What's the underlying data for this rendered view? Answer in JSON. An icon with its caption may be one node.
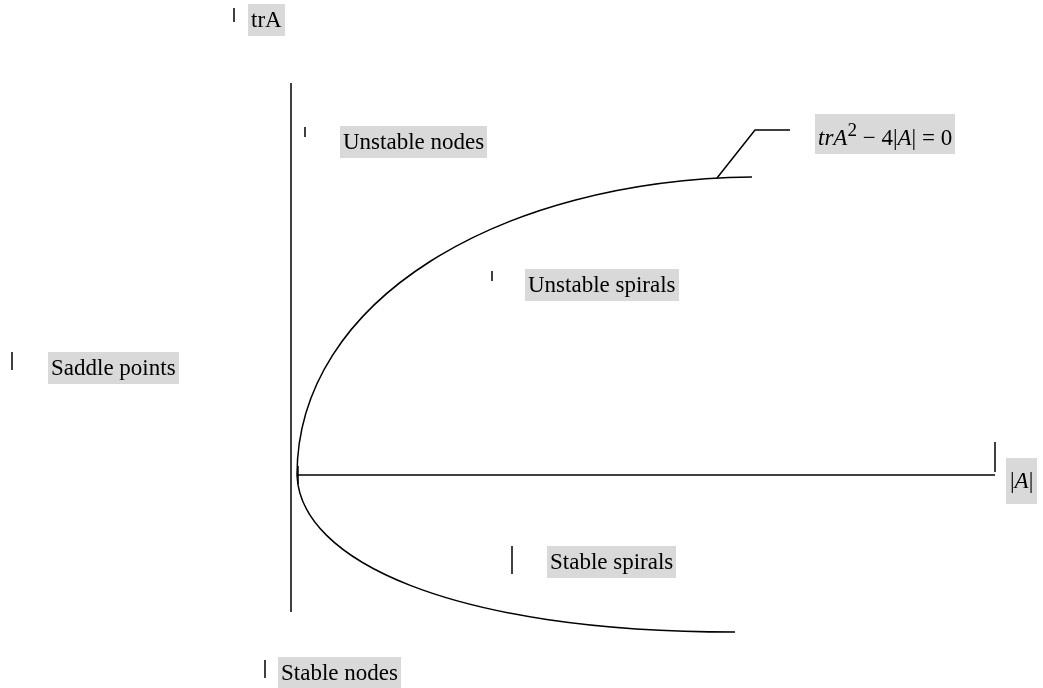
{
  "diagram": {
    "nodes": [
      {
        "text": [
          "*trA*$^{2}$ − 4|*A*| = 0"
        ]
      },
      {
        "text": [],
        "shape": "curve"
      }
    ],
    "edges": [
      {
        "from": 0,
        "to": 1,
        "arrow": "none"
      }
    ],
    "labels": [
      "trA",
      "Unstable nodes",
      "Unstable spirals",
      "Saddle points",
      "|*A*|",
      "Stable spirals",
      "Stable nodes"
    ]
  }
}
